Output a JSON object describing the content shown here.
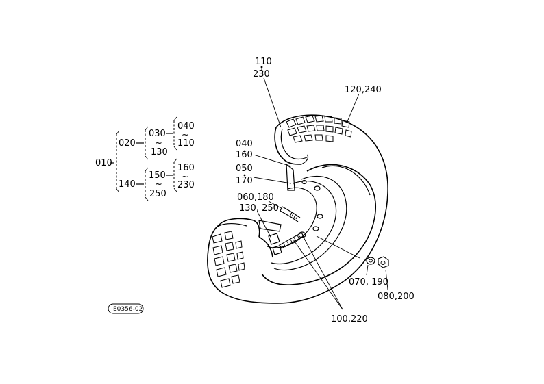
{
  "tree": {
    "root": "010",
    "branch_a": "020",
    "branch_a_1": "030",
    "branch_a_1_alt": "130",
    "branch_a_2": "040",
    "branch_a_2_alt": "110",
    "branch_b": "140",
    "branch_b_1": "150",
    "branch_b_1_alt": "250",
    "branch_b_2": "160",
    "branch_b_2_alt": "230"
  },
  "callouts": {
    "c110": "110",
    "c230": "230",
    "c120_240": "120,240",
    "c040": "040",
    "c160": "160",
    "c050": "050",
    "c170": "170",
    "c060_180": "060,180",
    "c130_250": "130, 250",
    "c070_190": "070, 190",
    "c080_200": "080,200",
    "c100_220": "100,220"
  },
  "drawing_code": "E0356-02"
}
